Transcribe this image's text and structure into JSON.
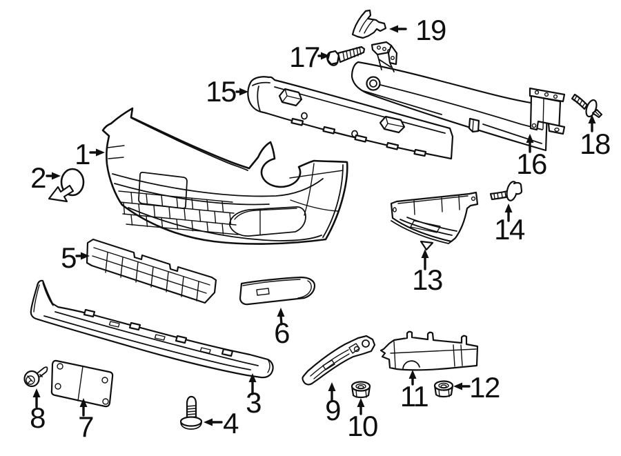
{
  "colors": {
    "background": "#ffffff",
    "line": "#0f0f0f",
    "label": "#0f0f0f"
  },
  "callouts": {
    "c1": "1",
    "c2": "2",
    "c3": "3",
    "c4": "4",
    "c5": "5",
    "c6": "6",
    "c7": "7",
    "c8": "8",
    "c9": "9",
    "c10": "10",
    "c11": "11",
    "c12": "12",
    "c13": "13",
    "c14": "14",
    "c15": "15",
    "c16": "16",
    "c17": "17",
    "c18": "18",
    "c19": "19"
  }
}
